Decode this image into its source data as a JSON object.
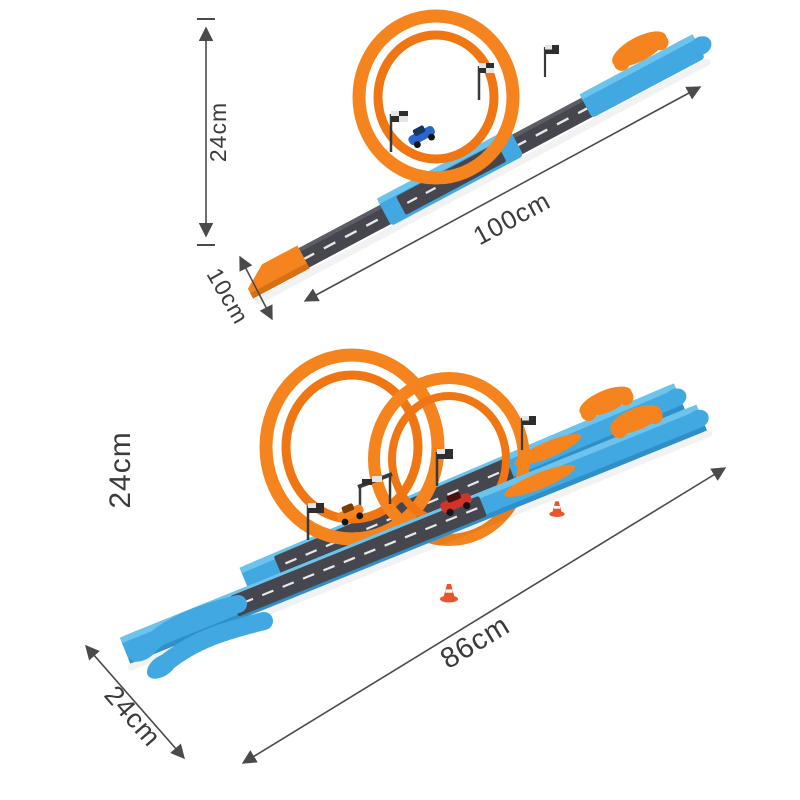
{
  "scene": {
    "kind": "toy-race-track-dimension-photo"
  },
  "colors": {
    "loop_orange": "#f5841f",
    "loop_orange_inner": "#ef7613",
    "track_blue": "#41a8e1",
    "track_blue_light": "#6cc3ec",
    "track_blue_dark": "#2f8fc7",
    "road_gray": "#45464e",
    "road_dash": "#e8e8e8",
    "dimension_text": "#3b3b3b",
    "dimension_line": "#4a4a4a",
    "car_blue": "#2b66cc",
    "car_red": "#d2342a",
    "cone_orange": "#e8542c"
  },
  "products": [
    {
      "name": "single-loop-track-set",
      "dimensions": {
        "height": "24cm",
        "length": "100cm",
        "width": "10cm"
      }
    },
    {
      "name": "double-loop-track-set",
      "dimensions": {
        "height": "24cm",
        "length": "86cm",
        "width": "24cm"
      }
    }
  ]
}
